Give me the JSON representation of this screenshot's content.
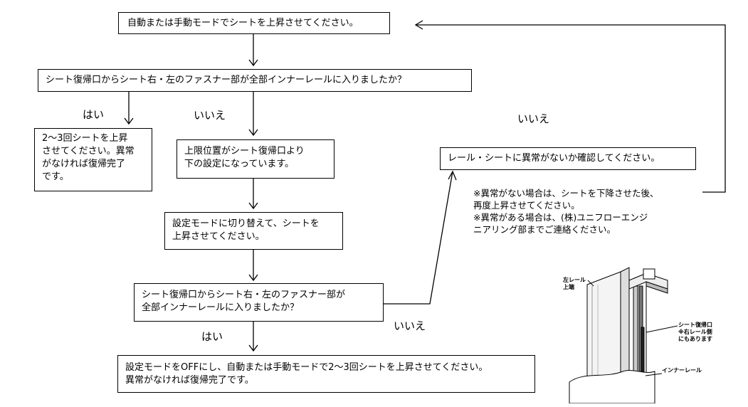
{
  "boxes": {
    "step1": "自動または手動モードでシートを上昇させてください。",
    "check1": "シート復帰口からシート右・左のファスナー部が全部インナーレールに入りましたか？",
    "yes1_l1": "2〜3回シートを上昇",
    "yes1_l2": "させてください。異常",
    "yes1_l3": "がなければ復帰完了",
    "yes1_l4": "です。",
    "limit_l1": "上限位置がシート復帰口より",
    "limit_l2": "下の設定になっています。",
    "setting_l1": "設定モードに切り替えて、シートを",
    "setting_l2": "上昇させてください。",
    "check2_l1": "シート復帰口からシート右・左のファスナー部が",
    "check2_l2": "全部インナーレールに入りましたか？",
    "final_l1": "設定モードをOFFにし、自動または手動モードで2〜3回シートを上昇させてください。",
    "final_l2": "異常がなければ復帰完了です。",
    "inspect": "レール・シートに異常がないか確認してください。"
  },
  "labels": {
    "yes_a": "はい",
    "no_a": "いいえ",
    "no_b": "いいえ",
    "yes_b": "はい",
    "no_c": "いいえ"
  },
  "notes": {
    "l1": "※異常がない場合は、シートを下降させた後、",
    "l2": "再度上昇させてください。",
    "l3": "※異常がある場合は、(株)ユニフローエンジ",
    "l4": "ニアリング部までご連絡ください。"
  },
  "illustration": {
    "top_left_l1": "左レール",
    "top_left_l2": "上端",
    "return_l1": "シート復帰口",
    "return_l2": "※右レール側",
    "return_l3": "にもあります",
    "inner_rail": "インナーレール"
  }
}
